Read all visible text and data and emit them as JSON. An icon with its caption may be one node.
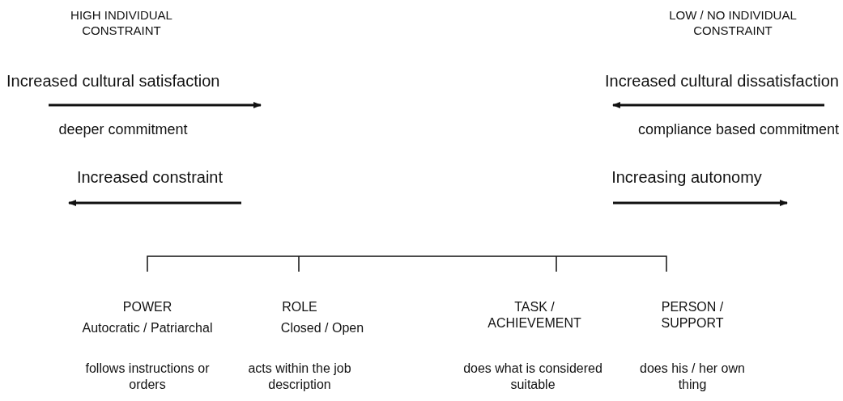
{
  "diagram": {
    "labels": [
      "HIGH INDIVIDUAL CONSTRAINT",
      "LOW / NO INDIVIDUAL CONSTRAINT",
      "Increased cultural satisfaction",
      "Increased cultural dissatisfaction",
      "deeper commitment",
      "compliance based commitment",
      "Increased constraint",
      "Increasing autonomy",
      "POWER",
      "Autocratic / Patriarchal",
      "ROLE",
      "Closed / Open",
      "TASK / ACHIEVEMENT",
      "PERSON / SUPPORT",
      "follows instructions or orders",
      "acts within the job description",
      "does what is considered suitable",
      "does his / her own thing"
    ]
  }
}
